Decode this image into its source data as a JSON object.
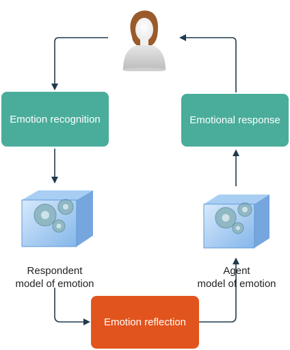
{
  "nodes": {
    "recognition": "Emotion recognition",
    "response": "Emotional response",
    "reflection": "Emotion reflection"
  },
  "captions": {
    "respondent_line1": "Respondent",
    "respondent_line2": "model of emotion",
    "agent_line1": "Agent",
    "agent_line2": "model of emotion"
  },
  "icons": {
    "person": "person-avatar-icon",
    "left_model": "gears-cube-icon",
    "right_model": "gears-cube-icon"
  },
  "colors": {
    "teal": "#4aad9b",
    "orange": "#e2541d",
    "arrow": "#1e3a4d"
  }
}
